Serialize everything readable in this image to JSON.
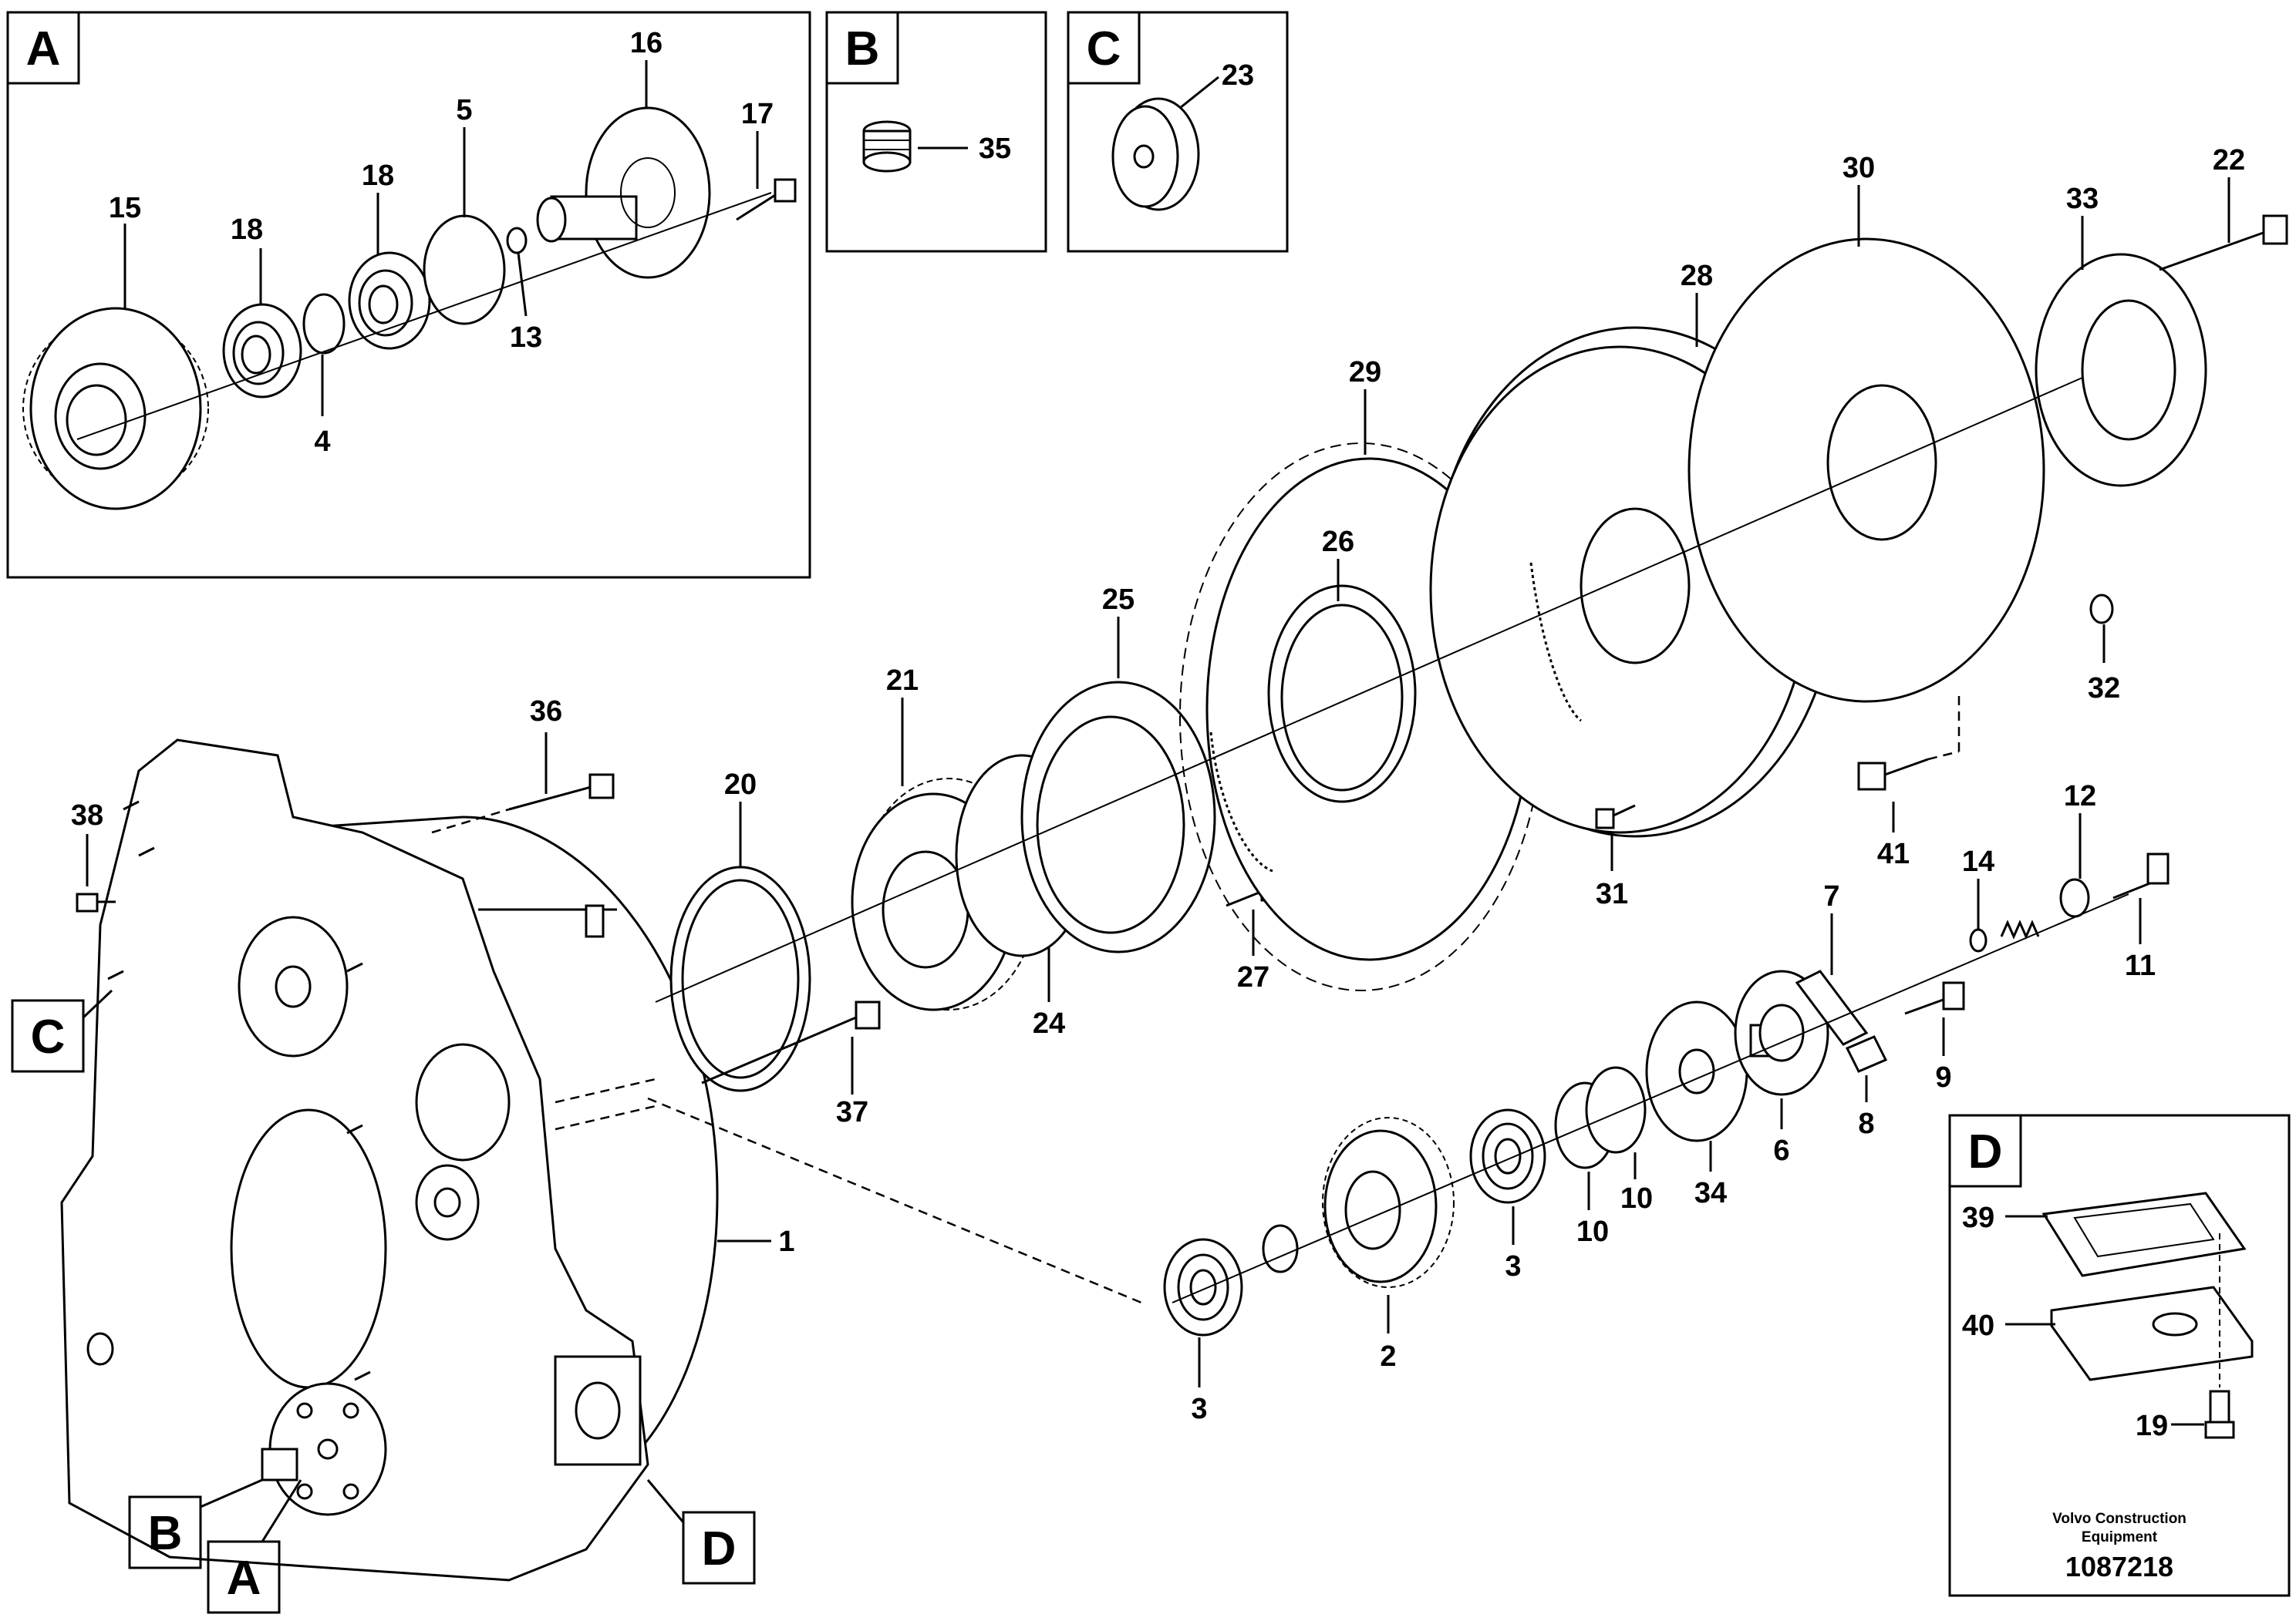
{
  "views": {
    "a": "A",
    "b": "B",
    "c": "C",
    "d": "D"
  },
  "callouts": {
    "A": "A",
    "B": "B",
    "C": "C",
    "D": "D"
  },
  "parts": {
    "p1": "1",
    "p2": "2",
    "p3a": "3",
    "p3b": "3",
    "p4": "4",
    "p5": "5",
    "p6": "6",
    "p7": "7",
    "p8": "8",
    "p9": "9",
    "p10a": "10",
    "p10b": "10",
    "p11": "11",
    "p12": "12",
    "p13": "13",
    "p14": "14",
    "p15": "15",
    "p16": "16",
    "p17": "17",
    "p18a": "18",
    "p18b": "18",
    "p19": "19",
    "p20": "20",
    "p21": "21",
    "p22": "22",
    "p23": "23",
    "p24": "24",
    "p25": "25",
    "p26": "26",
    "p27": "27",
    "p28": "28",
    "p29": "29",
    "p30": "30",
    "p31": "31",
    "p32": "32",
    "p33": "33",
    "p34": "34",
    "p35": "35",
    "p36": "36",
    "p37": "37",
    "p38": "38",
    "p39": "39",
    "p40": "40",
    "p41": "41"
  },
  "credit": {
    "line1": "Volvo Construction",
    "line2": "Equipment",
    "doc_number": "1087218"
  }
}
